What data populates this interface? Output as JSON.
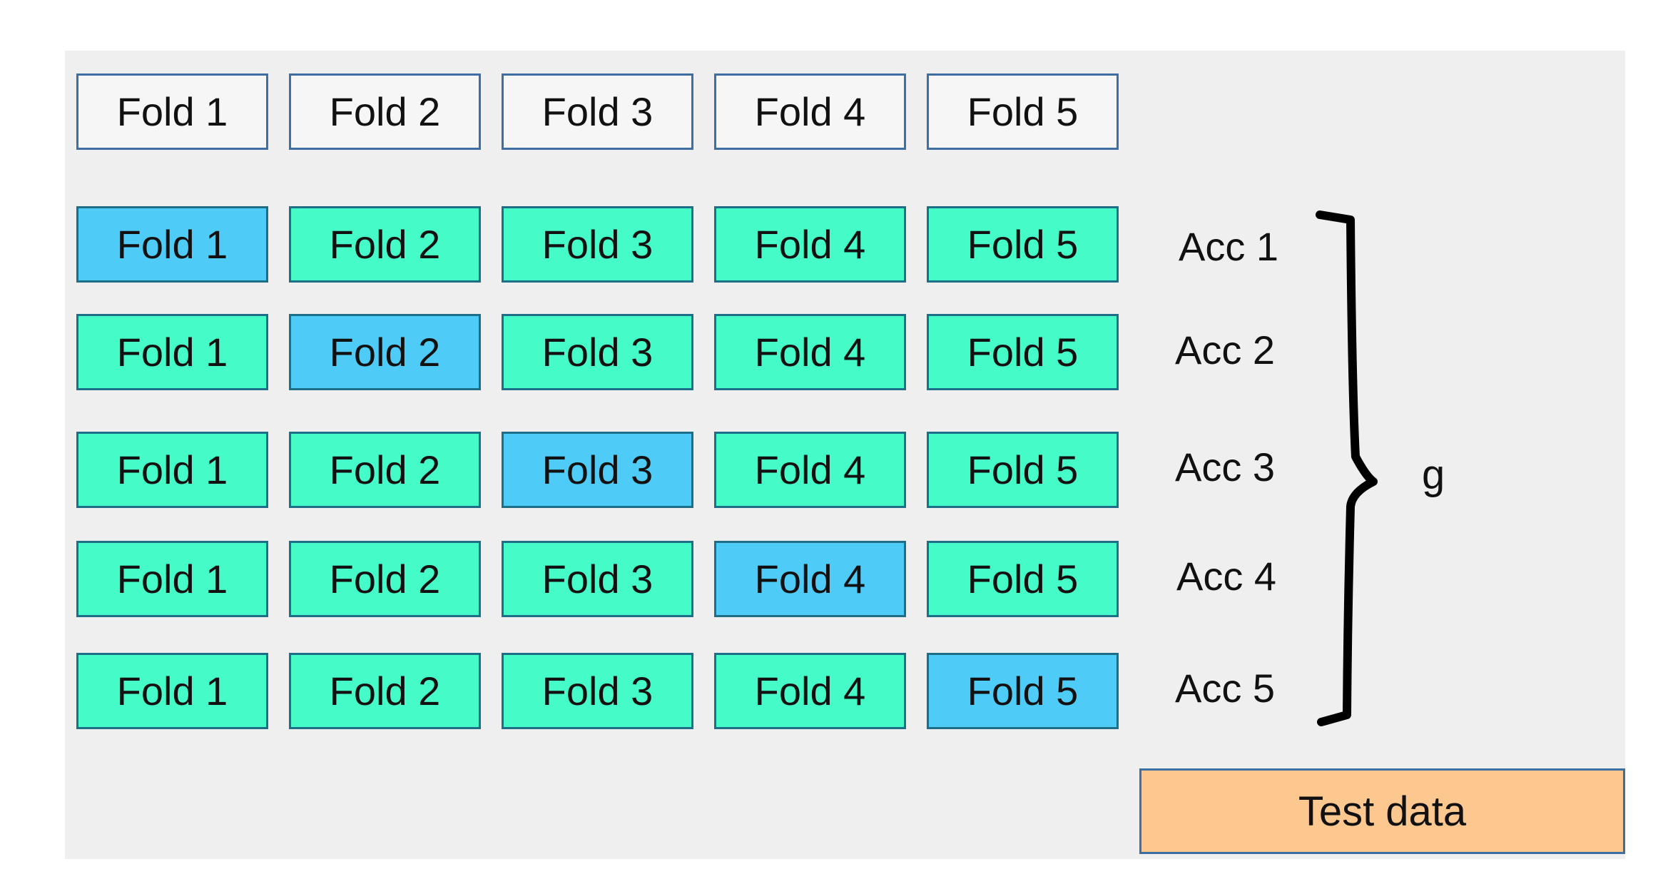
{
  "header_row": [
    "Fold 1",
    "Fold 2",
    "Fold 3",
    "Fold 4",
    "Fold 5"
  ],
  "iterations": [
    {
      "folds": [
        "Fold 1",
        "Fold 2",
        "Fold 3",
        "Fold 4",
        "Fold 5"
      ],
      "validation_index": 0,
      "accuracy": "Acc 1"
    },
    {
      "folds": [
        "Fold 1",
        "Fold 2",
        "Fold 3",
        "Fold 4",
        "Fold 5"
      ],
      "validation_index": 1,
      "accuracy": "Acc 2"
    },
    {
      "folds": [
        "Fold 1",
        "Fold 2",
        "Fold 3",
        "Fold 4",
        "Fold 5"
      ],
      "validation_index": 2,
      "accuracy": "Acc 3"
    },
    {
      "folds": [
        "Fold 1",
        "Fold 2",
        "Fold 3",
        "Fold 4",
        "Fold 5"
      ],
      "validation_index": 3,
      "accuracy": "Acc 4"
    },
    {
      "folds": [
        "Fold 1",
        "Fold 2",
        "Fold 3",
        "Fold 4",
        "Fold 5"
      ],
      "validation_index": 4,
      "accuracy": "Acc 5"
    }
  ],
  "aggregate_label": "g",
  "test_label": "Test data",
  "colors": {
    "plain": "#f6f6f6",
    "training": "#45fbc8",
    "validation": "#4fcbf7",
    "test": "#fdc890"
  }
}
